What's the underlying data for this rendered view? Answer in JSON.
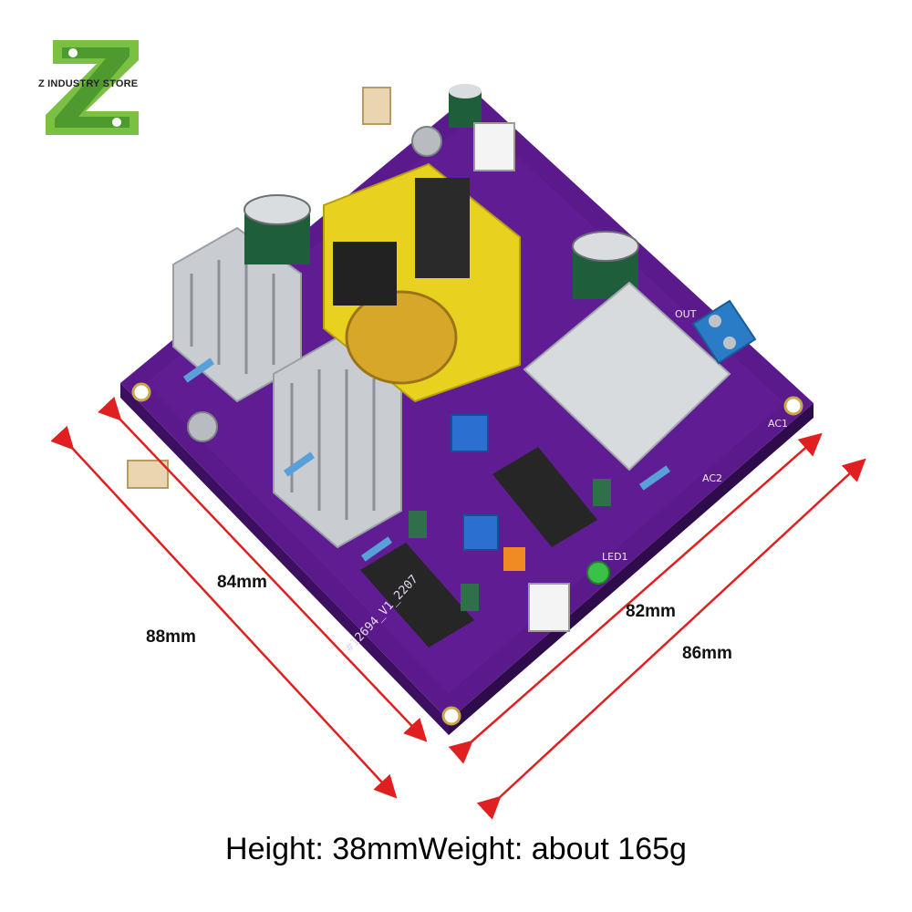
{
  "brand": {
    "store_name": "Z INDUSTRY STORE",
    "logo_letter": "Z"
  },
  "dimensions": {
    "left_inner": "84mm",
    "left_outer": "88mm",
    "right_inner": "82mm",
    "right_outer": "86mm"
  },
  "caption": "Height: 38mmWeight: about 165g",
  "pcb": {
    "silkscreen": "#12694_V1_2207",
    "labels": [
      "AC1",
      "AC2",
      "OUT",
      "LED1"
    ]
  },
  "colors": {
    "pcb": "#5b1a8c",
    "arrow": "#e02020",
    "logo_green": "#7ac143",
    "heatsink": "#c9cdd1",
    "transformer": "#e8d21f"
  }
}
